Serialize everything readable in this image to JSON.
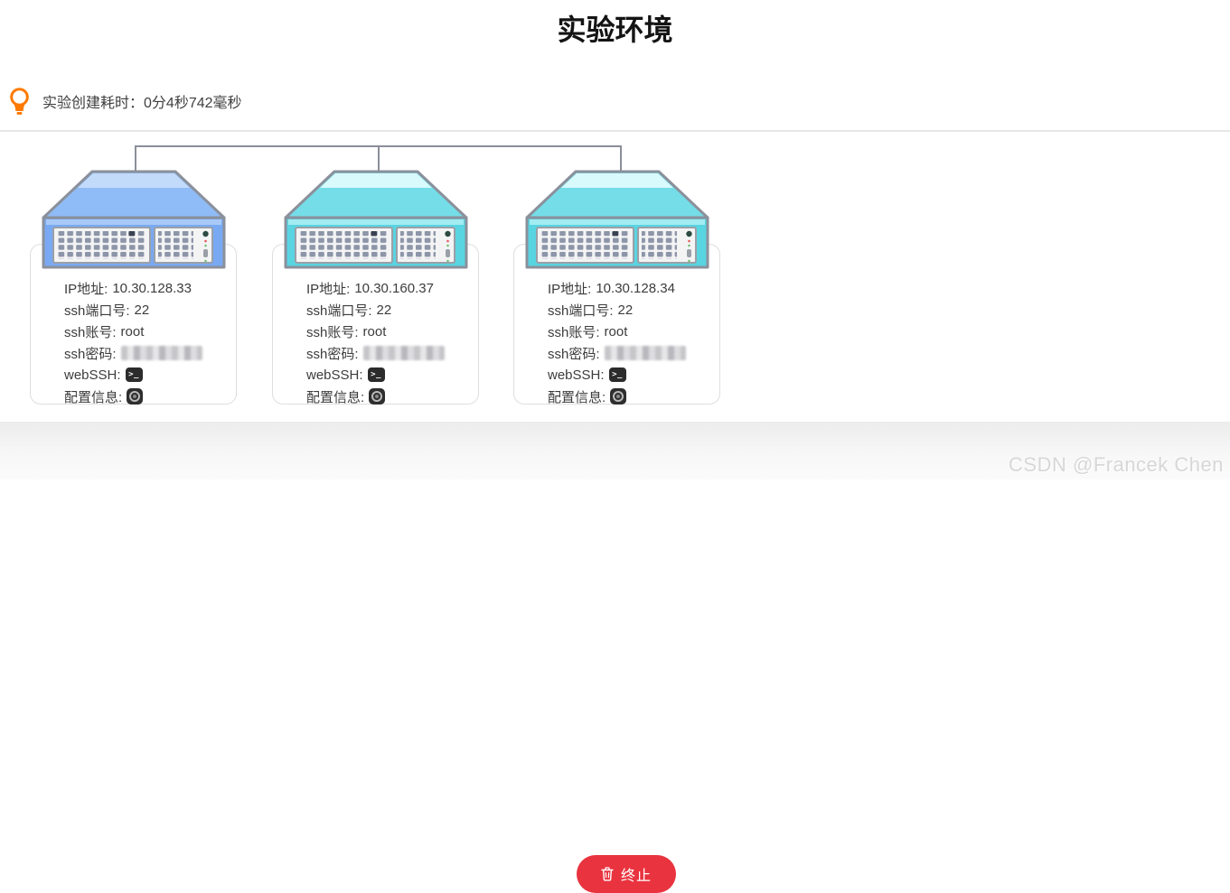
{
  "title": "实验环境",
  "tip": {
    "label": "实验创建耗时：",
    "value": "0分4秒742毫秒"
  },
  "labels": {
    "ip": "IP地址:",
    "ssh_port": "ssh端口号:",
    "ssh_user": "ssh账号:",
    "ssh_password": "ssh密码:",
    "webssh": "webSSH:",
    "config": "配置信息:"
  },
  "servers": [
    {
      "ip": "10.30.128.33",
      "ssh_port": "22",
      "ssh_user": "root"
    },
    {
      "ip": "10.30.160.37",
      "ssh_port": "22",
      "ssh_user": "root"
    },
    {
      "ip": "10.30.128.34",
      "ssh_port": "22",
      "ssh_user": "root"
    }
  ],
  "icons": {
    "tip_icon": "lightbulb",
    "webssh_icon": "terminal",
    "webssh_glyph": ">_",
    "config_icon": "gear",
    "terminate_icon": "trash"
  },
  "footer": {
    "terminate": "终止"
  },
  "watermark": "CSDN @Francek Chen",
  "colors": {
    "accent_red": "#e9333f",
    "bulb_orange": "#ff7a00",
    "server_blue_front": "#79a9f2",
    "server_cyan_front": "#59d4e1",
    "connector_gray": "#8a8f99"
  }
}
